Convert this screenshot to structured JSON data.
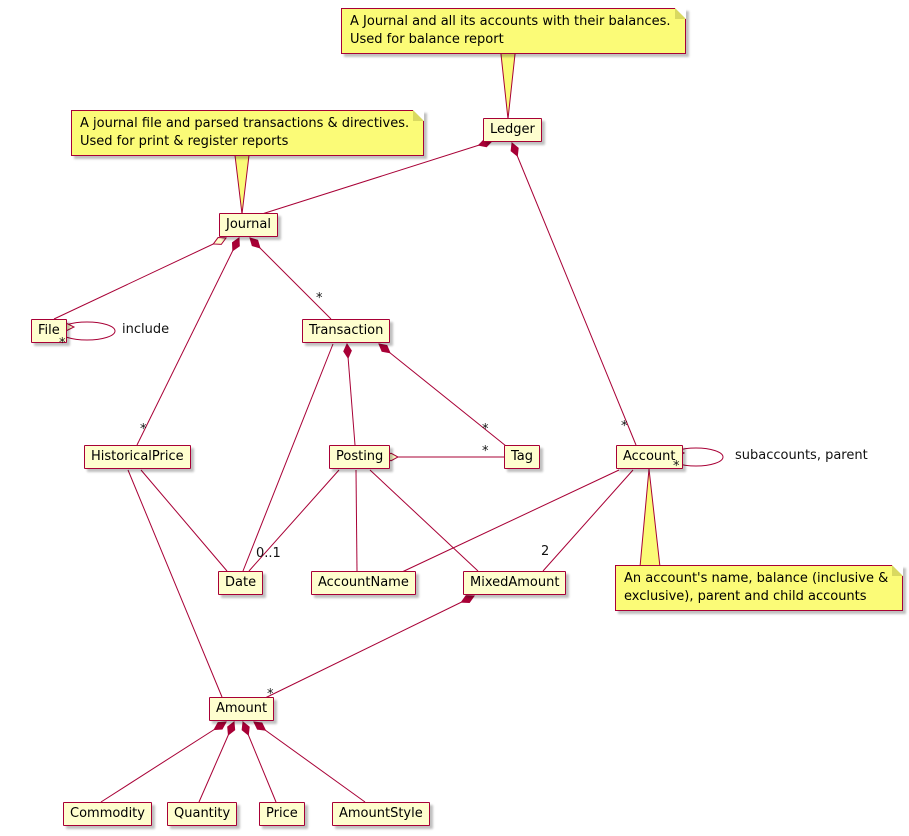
{
  "diagram": {
    "type": "uml-class-diagram",
    "colors": {
      "node_fill": "#FEFECE",
      "node_border": "#A80036",
      "note_fill": "#FBFB77",
      "line": "#A80036"
    },
    "nodes": {
      "ledger": {
        "label": "Ledger"
      },
      "journal": {
        "label": "Journal"
      },
      "file": {
        "label": "File"
      },
      "transaction": {
        "label": "Transaction"
      },
      "historicalprice": {
        "label": "HistoricalPrice"
      },
      "posting": {
        "label": "Posting"
      },
      "tag": {
        "label": "Tag"
      },
      "account": {
        "label": "Account"
      },
      "date": {
        "label": "Date"
      },
      "accountname": {
        "label": "AccountName"
      },
      "mixedamount": {
        "label": "MixedAmount"
      },
      "amount": {
        "label": "Amount"
      },
      "commodity": {
        "label": "Commodity"
      },
      "quantity": {
        "label": "Quantity"
      },
      "price": {
        "label": "Price"
      },
      "amountstyle": {
        "label": "AmountStyle"
      }
    },
    "notes": {
      "ledger_note": {
        "line1": "A Journal and all its accounts with their balances.",
        "line2": "Used for balance report"
      },
      "journal_note": {
        "line1": "A journal file and parsed transactions & directives.",
        "line2": "Used for print & register reports"
      },
      "account_note": {
        "line1": "An account's name, balance (inclusive &",
        "line2": "exclusive), parent and child accounts"
      }
    },
    "edge_labels": {
      "file_include": "include",
      "file_self_mult": "*",
      "journal_transaction_mult": "*",
      "journal_historicalprice_mult": "*",
      "ledger_account_mult": "*",
      "transaction_tag_mult": "*",
      "posting_tag_mult": "*",
      "account_subaccounts": "subaccounts, parent",
      "account_self_mult": "*",
      "posting_date_mult": "0..1",
      "account_mixedamount_mult": "2",
      "mixedamount_amount_mult": "*"
    }
  }
}
